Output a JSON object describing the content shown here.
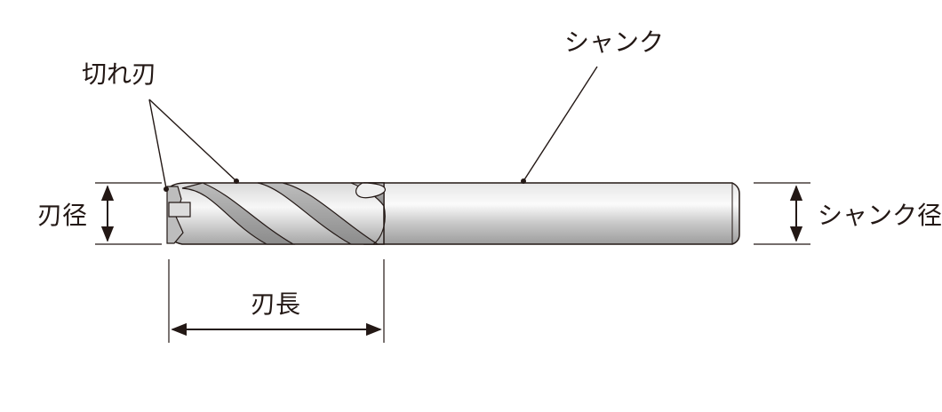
{
  "labels": {
    "cutting_edge": "切れ刃",
    "shank": "シャンク",
    "cutting_diameter": "刃径",
    "shank_diameter": "シャンク径",
    "flute_length": "刃長"
  },
  "colors": {
    "ink": "#231815",
    "metal_light": "#f4f4f4",
    "metal_mid": "#d2d2d2",
    "metal_dark": "#9a9a9a",
    "background": "#ffffff"
  }
}
